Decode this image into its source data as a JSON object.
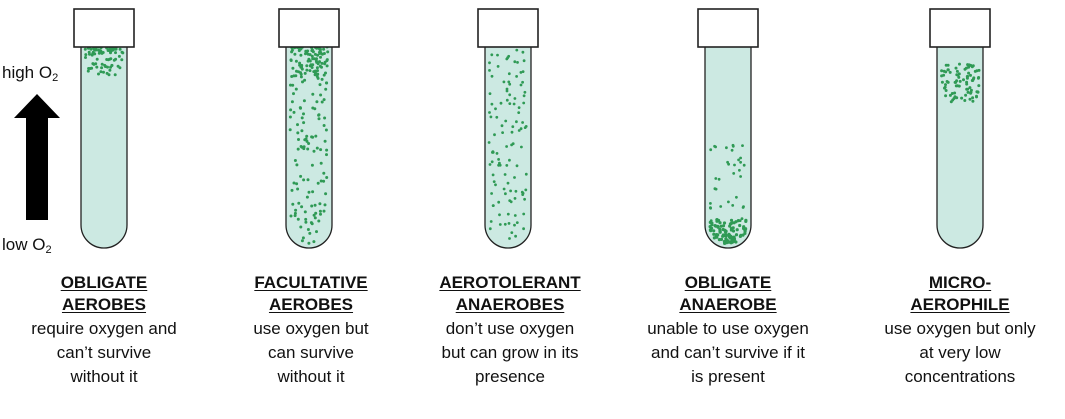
{
  "axis": {
    "high_label": "high O",
    "low_label": "low O",
    "subscript": "2"
  },
  "colors": {
    "liquid": "#cce9e2",
    "dot": "#2f9a55",
    "outline": "#222222",
    "arrow": "#000000"
  },
  "tubes": [
    {
      "title_line1": "OBLIGATE",
      "title_line2": "AEROBES",
      "desc_line1": "require oxygen and",
      "desc_line2": "can’t survive",
      "desc_line3": "without it",
      "growth": "dense at top (high oxygen)"
    },
    {
      "title_line1": "FACULTATIVE",
      "title_line2": "AEROBES",
      "desc_line1": "use oxygen but",
      "desc_line2": "can survive",
      "desc_line3": "without it",
      "growth": "throughout, denser at top"
    },
    {
      "title_line1": "AEROTOLERANT",
      "title_line2": "ANAEROBES",
      "desc_line1": "don’t use oxygen",
      "desc_line2": "but can grow in its",
      "desc_line3": "presence",
      "growth": "evenly throughout"
    },
    {
      "title_line1": "OBLIGATE",
      "title_line2": "ANAEROBE",
      "desc_line1": "unable to use oxygen",
      "desc_line2": "and can’t survive if it",
      "desc_line3": "is present",
      "growth": "dense at bottom (low oxygen)"
    },
    {
      "title_line1": "MICRO-",
      "title_line2": "AEROPHILE",
      "desc_line1": "use oxygen but only",
      "desc_line2": "at very low",
      "desc_line3": "concentrations",
      "growth": "band just below top"
    }
  ]
}
